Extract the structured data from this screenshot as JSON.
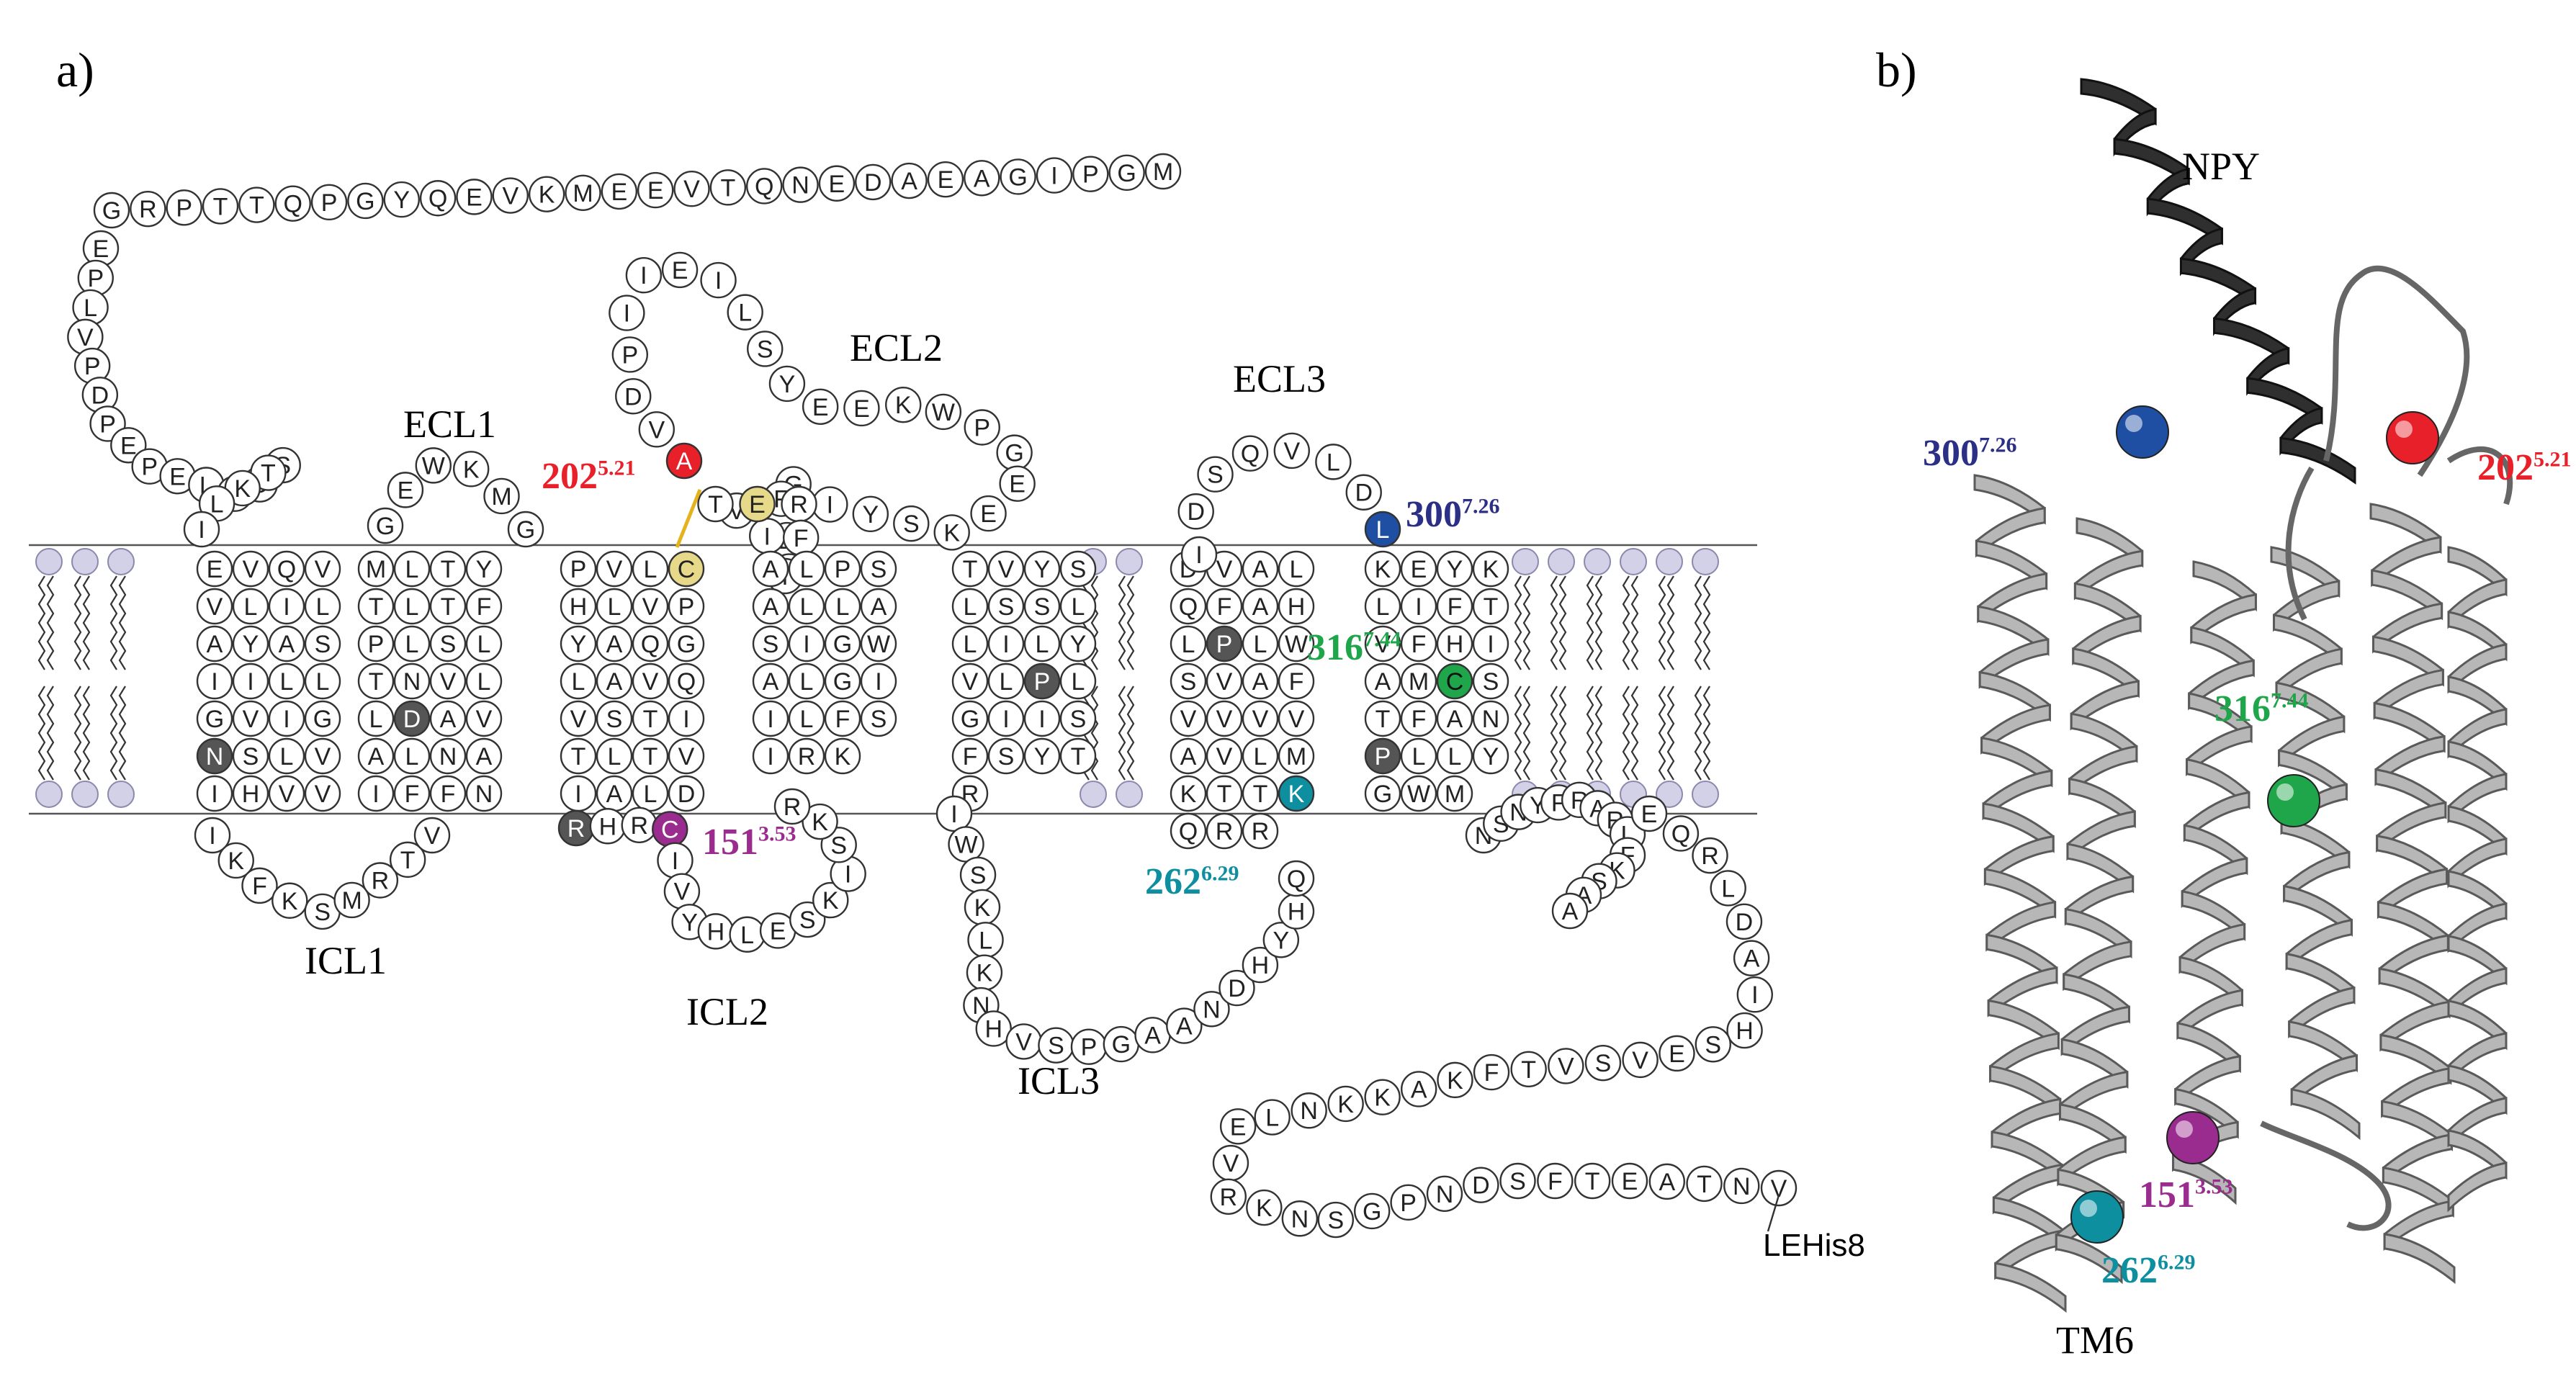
{
  "panels": {
    "a": "a)",
    "b": "b)"
  },
  "regions": {
    "ecl1": "ECL1",
    "ecl2": "ECL2",
    "ecl3": "ECL3",
    "icl1": "ICL1",
    "icl2": "ICL2",
    "icl3": "ICL3",
    "c_term": "LEHis8",
    "npy": "NPY",
    "tm6": "TM6"
  },
  "highlight_colors": {
    "202": "#e8202a",
    "300": "#1f4fa3",
    "316": "#1fa64a",
    "151": "#9b2c8f",
    "262": "#0d8fa0",
    "cys": "#e7d98a",
    "pro": "#555555"
  },
  "labels": {
    "r202": {
      "num": "202",
      "sup": "5.21"
    },
    "r300": {
      "num": "300",
      "sup": "7.26"
    },
    "r316": {
      "num": "316",
      "sup": "7.44"
    },
    "r151": {
      "num": "151",
      "sup": "3.53"
    },
    "r262": {
      "num": "262",
      "sup": "6.29"
    }
  },
  "sequences": {
    "n_term_top": [
      "G",
      "R",
      "P",
      "T",
      "T",
      "Q",
      "P",
      "G",
      "Y",
      "Q",
      "E",
      "V",
      "K",
      "M",
      "E",
      "E",
      "V",
      "T",
      "Q",
      "N",
      "E",
      "D",
      "A",
      "E",
      "A",
      "G",
      "I",
      "P",
      "G",
      "M"
    ],
    "n_term_down": [
      "E",
      "P",
      "L",
      "V",
      "P",
      "D",
      "P",
      "E",
      "P",
      "E",
      "L",
      "I",
      "D",
      "S",
      "T",
      "K",
      "L",
      "I"
    ],
    "tm1": [
      "E",
      "V",
      "Q",
      "V",
      "V",
      "L",
      "I",
      "L",
      "A",
      "Y",
      "A",
      "S",
      "I",
      "I",
      "L",
      "L",
      "G",
      "V",
      "I",
      "G",
      "N",
      "S",
      "L",
      "V",
      "I",
      "H",
      "V",
      "V"
    ],
    "icl1": [
      "I",
      "K",
      "F",
      "K",
      "S",
      "M",
      "R",
      "T",
      "V"
    ],
    "tm2": [
      "M",
      "L",
      "T",
      "Y",
      "T",
      "L",
      "T",
      "F",
      "P",
      "L",
      "S",
      "L",
      "T",
      "N",
      "V",
      "L",
      "L",
      "D",
      "A",
      "V",
      "A",
      "L",
      "N",
      "A",
      "I",
      "F",
      "F",
      "N"
    ],
    "ecl1": [
      "G",
      "E",
      "W",
      "K",
      "M",
      "G"
    ],
    "tm3": [
      "P",
      "V",
      "L",
      "C",
      "H",
      "L",
      "V",
      "P",
      "Y",
      "A",
      "Q",
      "G",
      "L",
      "A",
      "V",
      "Q",
      "V",
      "S",
      "T",
      "I",
      "T",
      "L",
      "T",
      "V",
      "I",
      "A",
      "L",
      "D"
    ],
    "icl2": [
      "R",
      "H",
      "R",
      "C",
      "I",
      "V",
      "Y",
      "H",
      "L",
      "E",
      "S",
      "K",
      "I",
      "S",
      "K",
      "R"
    ],
    "ecl2": [
      "A",
      "V",
      "D",
      "P",
      "I",
      "I",
      "E",
      "I",
      "L",
      "S",
      "Y",
      "E",
      "E",
      "K",
      "W",
      "P",
      "G",
      "E",
      "E",
      "K",
      "S",
      "Y",
      "I",
      "G",
      "F",
      "D",
      "E",
      "I",
      "V",
      "T",
      "E",
      "R",
      "F",
      "I"
    ],
    "tm4": [
      "A",
      "L",
      "P",
      "S",
      "A",
      "L",
      "L",
      "A",
      "S",
      "I",
      "G",
      "W",
      "A",
      "L",
      "G",
      "I",
      "I",
      "L",
      "F",
      "S",
      "I",
      "R",
      "K"
    ],
    "tm5": [
      "T",
      "V",
      "Y",
      "S",
      "L",
      "S",
      "S",
      "L",
      "L",
      "I",
      "L",
      "Y",
      "V",
      "L",
      "P",
      "L",
      "G",
      "I",
      "I",
      "S",
      "F",
      "S",
      "Y",
      "T",
      "R"
    ],
    "icl3": [
      "I",
      "W",
      "S",
      "K",
      "L",
      "K",
      "N",
      "H",
      "V",
      "S",
      "P",
      "G",
      "A",
      "A",
      "N",
      "D",
      "H",
      "Y",
      "H",
      "Q"
    ],
    "tm6": [
      "D",
      "V",
      "A",
      "L",
      "Q",
      "F",
      "A",
      "H",
      "L",
      "P",
      "L",
      "W",
      "S",
      "V",
      "A",
      "F",
      "V",
      "V",
      "V",
      "V",
      "A",
      "V",
      "L",
      "M",
      "K",
      "T",
      "T",
      "K",
      "Q",
      "R",
      "R"
    ],
    "ecl3": [
      "I",
      "D",
      "S",
      "Q",
      "V",
      "L",
      "D",
      "L"
    ],
    "tm7": [
      "K",
      "E",
      "Y",
      "K",
      "L",
      "I",
      "F",
      "T",
      "V",
      "F",
      "H",
      "I",
      "A",
      "M",
      "C",
      "S",
      "T",
      "F",
      "A",
      "N",
      "P",
      "L",
      "L",
      "Y",
      "G",
      "W",
      "M"
    ],
    "h8": [
      "N",
      "S",
      "N",
      "Y",
      "F",
      "R",
      "A",
      "R",
      "L",
      "F",
      "K",
      "S",
      "A",
      "A"
    ],
    "c_term": [
      "E",
      "Q",
      "R",
      "L",
      "D",
      "A",
      "I",
      "H",
      "S",
      "E",
      "V",
      "S",
      "V",
      "T",
      "F",
      "K",
      "A",
      "K",
      "K",
      "N",
      "L",
      "E",
      "V",
      "R",
      "K",
      "N",
      "S",
      "G",
      "P",
      "N",
      "D",
      "S",
      "F",
      "T",
      "E",
      "A",
      "T",
      "N",
      "V"
    ]
  }
}
